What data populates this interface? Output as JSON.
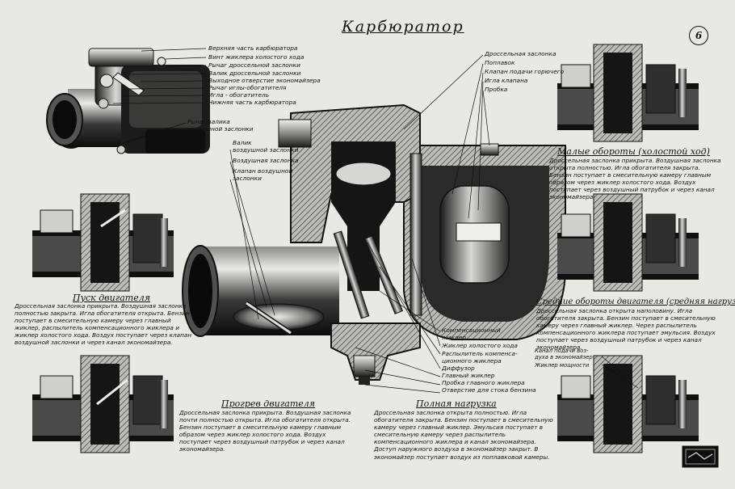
{
  "title": "Карбюратор",
  "sheet_number": "6",
  "labels_left": [
    "Верхняя часть карбюратора",
    "Винт жиклера холостого хода",
    "Рычаг дроссельной заслонки",
    "Валик дроссельной заслонки",
    "Выходное отверстие экономайзера",
    "Рычаг иглы-обогатителя",
    "Игла - обогатитель",
    "Нижняя часть карбюратора"
  ],
  "label_choke_lever": [
    "Рычаг валика",
    "воздушной заслонки"
  ],
  "label_air_shaft": [
    "Валик",
    "воздушной заслонки"
  ],
  "label_air_flap": "Воздушная заслонка",
  "label_air_valve": [
    "Клапан воздушной",
    "заслонки"
  ],
  "labels_top_right": [
    "Дроссельная заслонка",
    "Поплавок",
    "Клапан подачи горючего",
    "Игла клапана",
    "Пробка"
  ],
  "labels_bottom": [
    "Компенсационный",
    "жиклер",
    "Жиклер холостого хода",
    "Распылитель компенса-",
    "ционного жиклера",
    "Диффузор",
    "Главный жиклер",
    "Пробка главного жиклера",
    "Отверстие для стока бензина"
  ],
  "label_acc_channel": [
    "Канал подачи воз-",
    "духа в экономайзер"
  ],
  "label_power_jet": "Жиклер мощности",
  "sections": {
    "idle": {
      "heading": "Малые обороты (холостой ход)",
      "text": "Дроссельная заслонка прикрыта. Воздушная заслонка открыта полностью. Игла обогатителя закрыта. Бензин поступает в смесительную камеру главным образом через жиклер холостого хода. Воздух поступает через воздушный патрубок и через канал экономайзера."
    },
    "start": {
      "heading": "Пуск двигателя",
      "text": "Дроссельная заслонка прикрыта. Воздушная заслонка полностью закрыта. Игла обогатителя открыта. Бензин поступает в смесительную камеру через главный жиклер, распылитель компенсационного жиклера и жиклер холостого хода. Воздух поступает через клапан воздушной заслонки и через канал экономайзера."
    },
    "medium": {
      "heading": "Средние обороты двигателя (средняя нагрузка)",
      "text": "Дроссельная заслонка открыта наполовину. Игла обогатителя закрыта. Бензин поступает в смесительную камеру через главный жиклер. Через распылитель компенсационного жиклера поступает эмульсия. Воздух поступает через воздушный патрубок и через канал экономайзера."
    },
    "warm": {
      "heading": "Прогрев двигателя",
      "text": "Дроссельная заслонка прикрыта. Воздушная заслонка почти полностью открыта. Игла обогатителя открыта. Бензин поступает в смесительную камеру главным образом через жиклер холостого хода. Воздух поступает через воздушный патрубок и через канал экономайзера."
    },
    "full": {
      "heading": "Полная нагрузка",
      "text": "Дроссельная заслонка открыта полностью. Игла обогатителя закрыта. Бензин поступает в смесительную камеру через главный жиклер. Эмульсия поступает в смесительную камеру через распылитель компенсационного жиклера и канал экономайзера. Доступ наружного воздуха в экономайзер закрыт. В экономайзер поступает воздух из поплавковой камеры."
    }
  }
}
